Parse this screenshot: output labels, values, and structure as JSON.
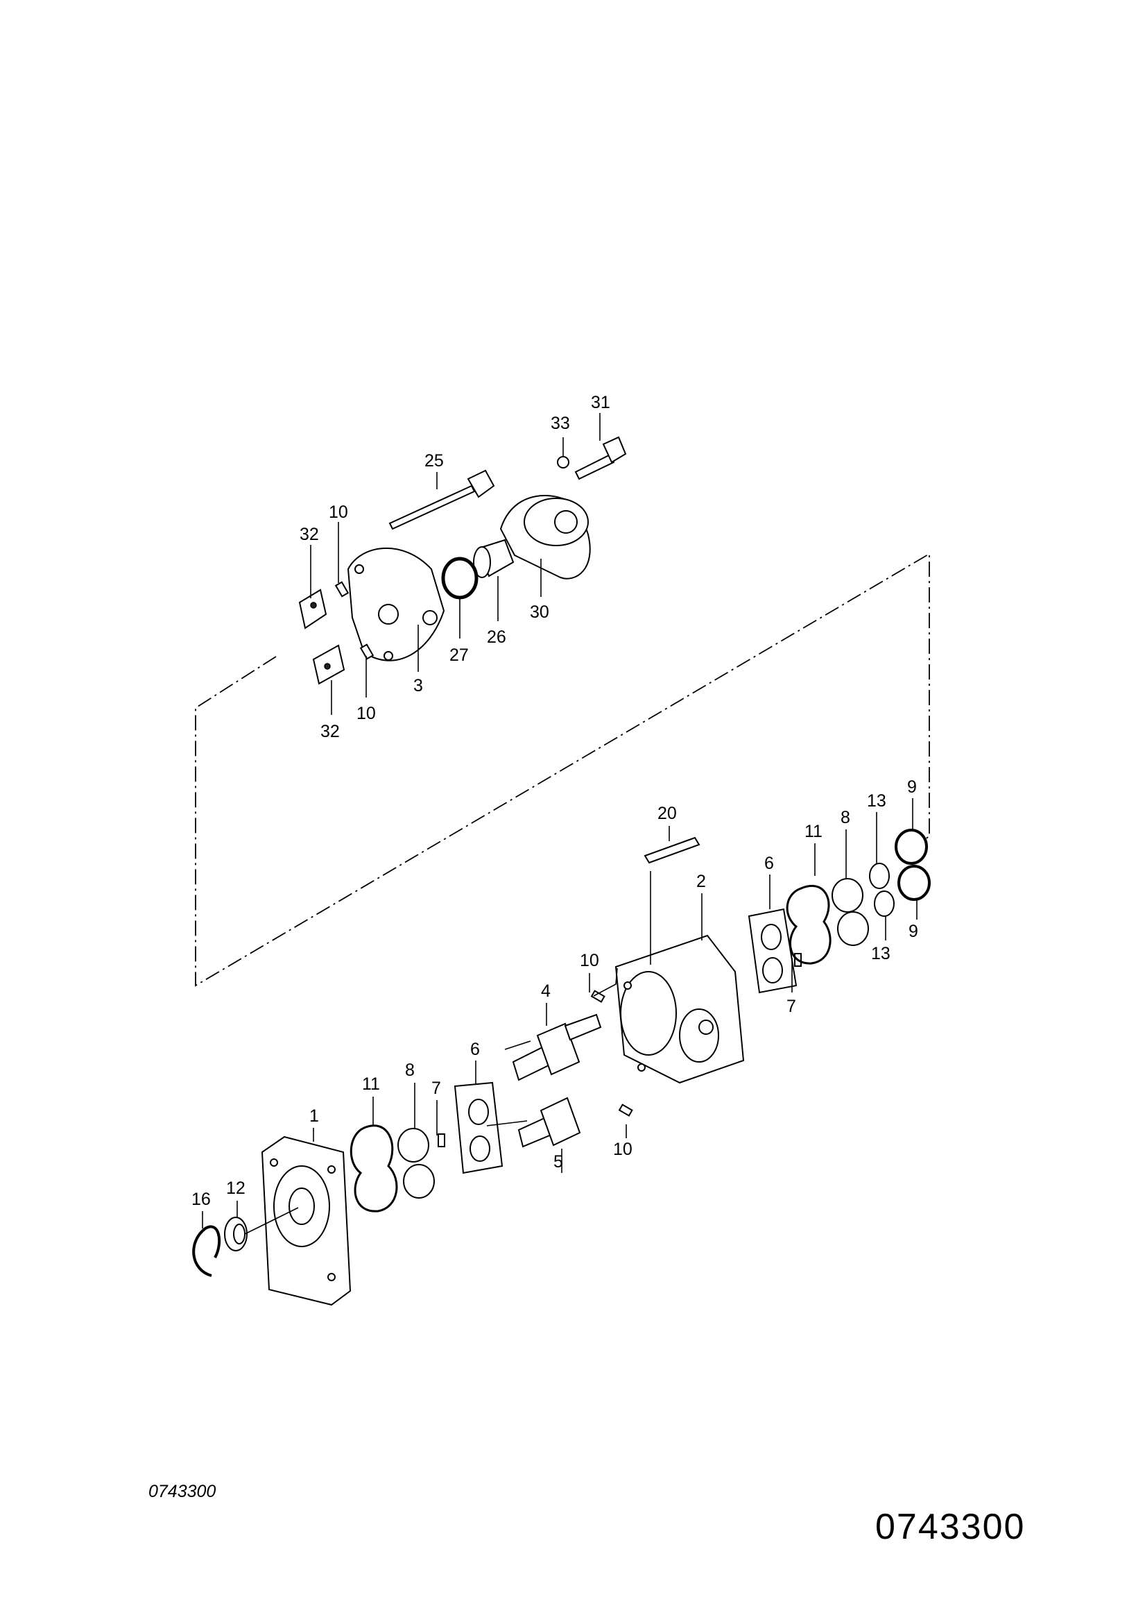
{
  "diagram": {
    "callouts": [
      "1",
      "2",
      "3",
      "4",
      "5",
      "6",
      "7",
      "8",
      "9",
      "10",
      "11",
      "12",
      "13",
      "16",
      "20",
      "25",
      "26",
      "27",
      "30",
      "31",
      "32",
      "33"
    ]
  },
  "footer": {
    "figure_code_small": "0743300",
    "figure_code_large": "0743300"
  }
}
